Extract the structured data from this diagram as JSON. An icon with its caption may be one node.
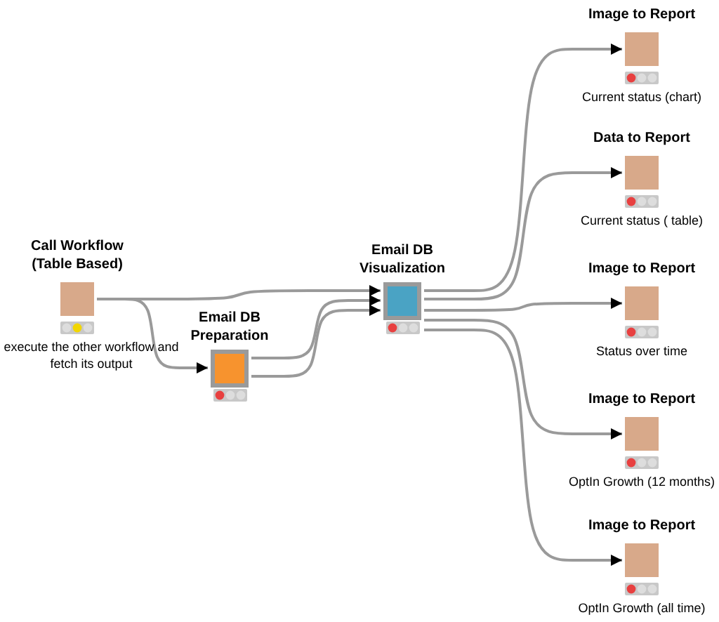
{
  "diagram": {
    "nodes": [
      {
        "text": [
          "Call Workflow (Table Based)"
        ],
        "beside": [
          "execute the other workflow and fetch its output"
        ]
      },
      {
        "text": [
          "Email DB Preparation"
        ]
      },
      {
        "text": [
          "Email DB Visualization"
        ]
      },
      {
        "text": [
          "Image to Report"
        ],
        "beside": [
          "Current status (chart)"
        ]
      },
      {
        "text": [
          "Data to Report"
        ],
        "beside": [
          "Current status ( table)"
        ]
      },
      {
        "text": [
          "Image to Report"
        ],
        "beside": [
          "Status over time"
        ]
      },
      {
        "text": [
          "Image to Report"
        ],
        "beside": [
          "OptIn Growth (12 months)"
        ]
      },
      {
        "text": [
          "Image to Report"
        ],
        "beside": [
          "OptIn Growth (all time)"
        ]
      }
    ],
    "edges": [
      {
        "from": 0,
        "to": 2,
        "arrow": "to"
      },
      {
        "from": 0,
        "to": 1,
        "arrow": "to"
      },
      {
        "from": 1,
        "to": 2,
        "arrow": "to"
      },
      {
        "from": 1,
        "to": 2,
        "arrow": "to"
      },
      {
        "from": 2,
        "to": 3,
        "arrow": "to"
      },
      {
        "from": 2,
        "to": 4,
        "arrow": "to"
      },
      {
        "from": 2,
        "to": 5,
        "arrow": "to"
      },
      {
        "from": 2,
        "to": 6,
        "arrow": "to"
      },
      {
        "from": 2,
        "to": 7,
        "arrow": "to"
      }
    ]
  }
}
